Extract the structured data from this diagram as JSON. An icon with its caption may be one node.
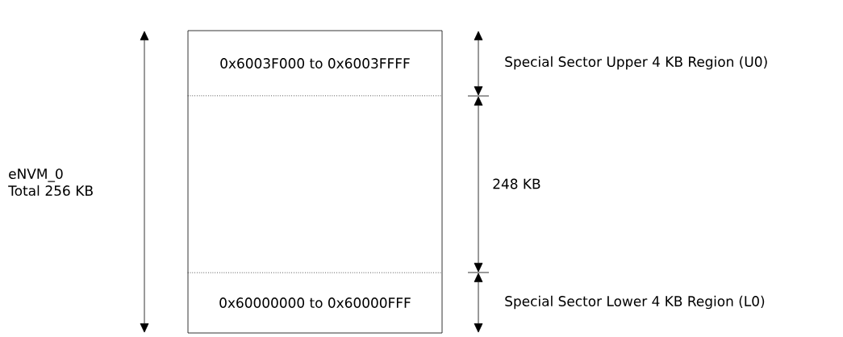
{
  "diagram": {
    "nodes": [
      {
        "text": [],
        "shape": "box"
      },
      {
        "text": [
          "0x6003F000 to 0x6003FFFF"
        ],
        "in": 0
      },
      {
        "text": [],
        "shape": "box",
        "in": 0
      },
      {
        "text": [
          "0x60000000 to 0x60000FFF"
        ],
        "in": 0
      }
    ],
    "labels": [
      "eNVM_0 Total 256 KB",
      "Special Sector Upper 4 KB Region (U0)",
      "248 KB",
      "Special Sector Lower 4 KB Region (L0)"
    ]
  }
}
